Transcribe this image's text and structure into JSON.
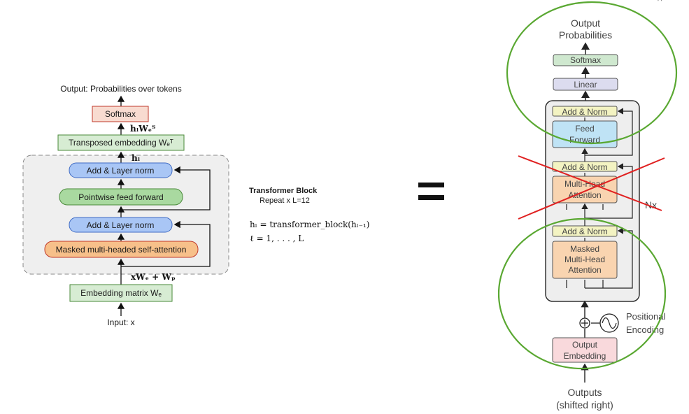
{
  "left": {
    "output_label": "Output: Probabilities over tokens",
    "softmax": "Softmax",
    "hL_WeT": "hₗWₑᵀ",
    "transposed_embedding": "Transposed embedding Wₑᵀ",
    "hL": "hₗ",
    "add_norm_top": "Add & Layer norm",
    "ffn": "Pointwise feed forward",
    "add_norm_bottom": "Add & Layer norm",
    "attention": "Masked multi-headed self-attention",
    "input_sum": "xWₑ + Wₚ",
    "embedding_matrix": "Embedding matrix Wₑ",
    "input": "Input: x"
  },
  "middle": {
    "block_title": "Transformer Block",
    "repeat": "Repeat x L=12",
    "eq1": "hₗ = transformer_block(hₗ₋₁)",
    "eq2": "ℓ = 1, . . . , L",
    "equals": "="
  },
  "right": {
    "output_title_1": "Output",
    "output_title_2": "Probabilities",
    "softmax": "Softmax",
    "linear": "Linear",
    "add_norm_1": "Add & Norm",
    "ff_1": "Feed",
    "ff_2": "Forward",
    "add_norm_2": "Add & Norm",
    "mha_1": "Multi-Head",
    "mha_2": "Attention",
    "nx": "Nx",
    "add_norm_3": "Add & Norm",
    "mmha_1": "Masked",
    "mmha_2": "Multi-Head",
    "mmha_3": "Attention",
    "pos_1": "Positional",
    "pos_2": "Encoding",
    "emb_1": "Output",
    "emb_2": "Embedding",
    "outputs_1": "Outputs",
    "outputs_2": "(shifted right)"
  },
  "colors": {
    "softmax_fill": "#f8dbd0",
    "green_fill": "#d7ecd3",
    "blue_fill": "#a9c6f5",
    "ffn_fill": "#a9d9a0",
    "attn_fill": "#f7c08a",
    "circle_green": "#5aa832",
    "cross_red": "#e02020"
  }
}
